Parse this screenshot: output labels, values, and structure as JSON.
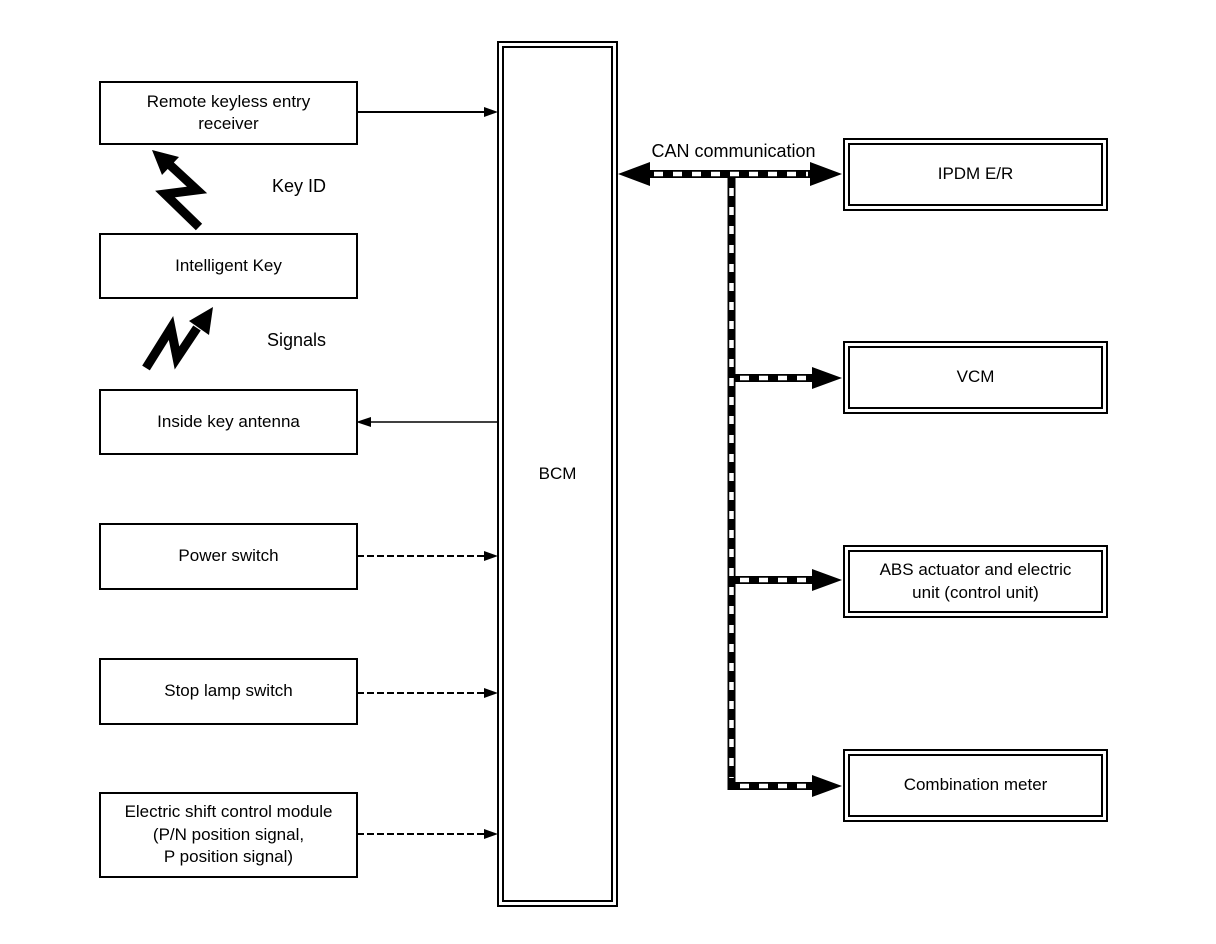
{
  "diagram": {
    "colors": {
      "line": "#000000",
      "background": "#ffffff"
    },
    "bcm": {
      "label": "BCM"
    },
    "can_bus": {
      "label": "CAN communication"
    },
    "wireless": {
      "key_id_label": "Key ID",
      "signals_label": "Signals"
    },
    "left_nodes": [
      {
        "label": "Remote keyless entry\nreceiver"
      },
      {
        "label": "Intelligent Key"
      },
      {
        "label": "Inside key antenna"
      },
      {
        "label": "Power switch"
      },
      {
        "label": "Stop lamp switch"
      },
      {
        "label": "Electric shift control module\n(P/N position signal,\nP position signal)"
      }
    ],
    "right_nodes": [
      {
        "label": "IPDM E/R"
      },
      {
        "label": "VCM"
      },
      {
        "label": "ABS actuator and electric\nunit (control unit)"
      },
      {
        "label": "Combination meter"
      }
    ]
  }
}
